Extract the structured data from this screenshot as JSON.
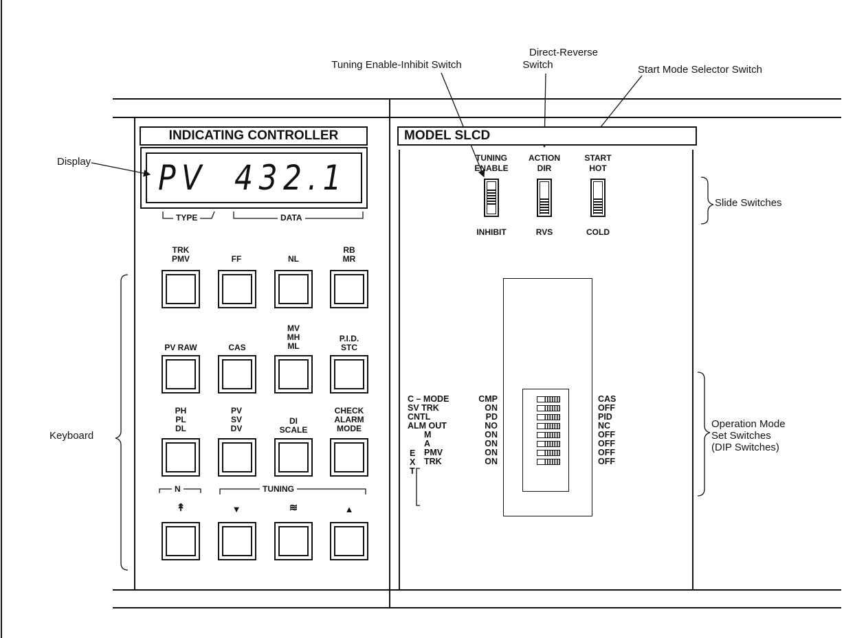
{
  "callouts": {
    "tuning_switch": "Tuning Enable-Inhibit Switch",
    "direct_reverse_1": "Direct-Reverse",
    "direct_reverse_2": "Switch",
    "start_mode": "Start Mode Selector Switch",
    "display": "Display",
    "slide_switches": "Slide Switches",
    "keyboard": "Keyboard",
    "operation_mode_1": "Operation Mode",
    "operation_mode_2": "Set Switches",
    "operation_mode_3": "(DIP Switches)"
  },
  "left_panel": {
    "title": "INDICATING CONTROLLER",
    "display": {
      "type": "PV",
      "data": "432.1"
    },
    "type_label": "TYPE",
    "data_label": "DATA",
    "n_label": "N",
    "tuning_label": "TUNING",
    "keys": [
      {
        "line1": "TRK",
        "line2": "PMV",
        "line3": ""
      },
      {
        "line1": "FF",
        "line2": "",
        "line3": ""
      },
      {
        "line1": "NL",
        "line2": "",
        "line3": ""
      },
      {
        "line1": "RB",
        "line2": "MR",
        "line3": ""
      },
      {
        "line1": "PV RAW",
        "line2": "",
        "line3": ""
      },
      {
        "line1": "CAS",
        "line2": "",
        "line3": ""
      },
      {
        "line1": "MV",
        "line2": "MH",
        "line3": "ML"
      },
      {
        "line1": "P.I.D.",
        "line2": "STC",
        "line3": ""
      },
      {
        "line1": "PH",
        "line2": "PL",
        "line3": "DL"
      },
      {
        "line1": "PV",
        "line2": "SV",
        "line3": "DV"
      },
      {
        "line1": "DI",
        "line2": "SCALE",
        "line3": ""
      },
      {
        "line1": "CHECK",
        "line2": "ALARM",
        "line3": "MODE"
      },
      {
        "line1": "↟",
        "line2": "",
        "line3": ""
      },
      {
        "line1": "▼",
        "line2": "",
        "line3": ""
      },
      {
        "line1": "≋",
        "line2": "",
        "line3": ""
      },
      {
        "line1": "▲",
        "line2": "",
        "line3": ""
      }
    ]
  },
  "right_panel": {
    "title": "MODEL SLCD",
    "slide_switches": [
      {
        "top1": "TUNING",
        "top2": "ENABLE",
        "bottom": "INHIBIT",
        "position": "middle"
      },
      {
        "top1": "ACTION",
        "top2": "DIR",
        "bottom": "RVS",
        "position": "down"
      },
      {
        "top1": "START",
        "top2": "HOT",
        "bottom": "COLD",
        "position": "down"
      }
    ],
    "dip_rows": [
      {
        "name": "C – MODE",
        "left": "CMP",
        "right": "CAS"
      },
      {
        "name": "SV TRK",
        "left": "ON",
        "right": "OFF"
      },
      {
        "name": "CNTL",
        "left": "PD",
        "right": "PID"
      },
      {
        "name": "ALM OUT",
        "left": "NO",
        "right": "NC"
      },
      {
        "name": "M",
        "left": "ON",
        "right": "OFF"
      },
      {
        "name": "A",
        "left": "ON",
        "right": "OFF"
      },
      {
        "name": "PMV",
        "left": "ON",
        "right": "OFF"
      },
      {
        "name": "TRK",
        "left": "ON",
        "right": "OFF"
      }
    ],
    "ext_letters": [
      "E",
      "X",
      "T"
    ]
  }
}
